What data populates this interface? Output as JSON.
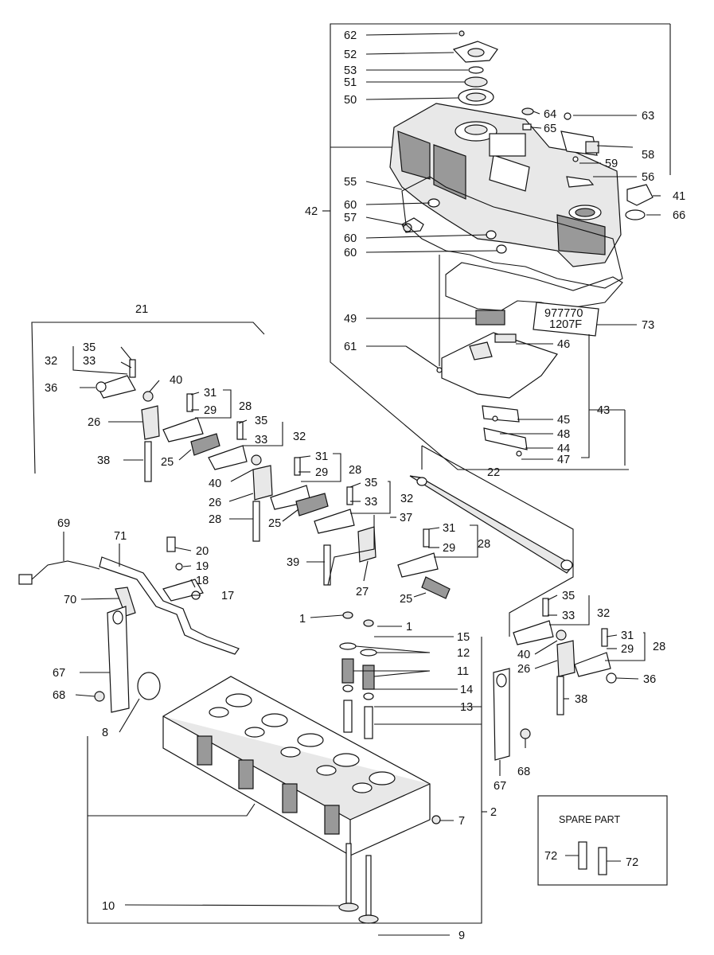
{
  "diagram": {
    "spare_part_title": "SPARE PART",
    "labels": {
      "l1a": "1",
      "l1b": "1",
      "l2": "2",
      "l7": "7",
      "l8": "8",
      "l9": "9",
      "l10": "10",
      "l11": "11",
      "l12": "12",
      "l13": "13",
      "l14": "14",
      "l15": "15",
      "l17": "17",
      "l18": "18",
      "l19": "19",
      "l20": "20",
      "l21": "21",
      "l22": "22",
      "l25a": "25",
      "l25b": "25",
      "l25c": "25",
      "l26a": "26",
      "l26b": "26",
      "l26c": "26",
      "l27": "27",
      "l28a": "28",
      "l28b": "28",
      "l28c": "28",
      "l28d": "28",
      "l28e": "28",
      "l29a": "29",
      "l29b": "29",
      "l29c": "29",
      "l29d": "29",
      "l31a": "31",
      "l31b": "31",
      "l31c": "31",
      "l31d": "31",
      "l32a": "32",
      "l32b": "32",
      "l32c": "32",
      "l32d": "32",
      "l33a": "33",
      "l33b": "33",
      "l33c": "33",
      "l33d": "33",
      "l35a": "35",
      "l35b": "35",
      "l35c": "35",
      "l35d": "35",
      "l36a": "36",
      "l36b": "36",
      "l37": "37",
      "l38a": "38",
      "l38b": "38",
      "l39": "39",
      "l40a": "40",
      "l40b": "40",
      "l40c": "40",
      "l41": "41",
      "l42": "42",
      "l43": "43",
      "l44": "44",
      "l45": "45",
      "l46": "46",
      "l47": "47",
      "l48": "48",
      "l49": "49",
      "l50": "50",
      "l51": "51",
      "l52": "52",
      "l53": "53",
      "l55": "55",
      "l56": "56",
      "l57": "57",
      "l58": "58",
      "l59": "59",
      "l60a": "60",
      "l60b": "60",
      "l60c": "60",
      "l61": "61",
      "l62": "62",
      "l63": "63",
      "l64": "64",
      "l65": "65",
      "l66": "66",
      "l67a": "67",
      "l67b": "67",
      "l68a": "68",
      "l68b": "68",
      "l69": "69",
      "l70": "70",
      "l71": "71",
      "l72a": "72",
      "l72b": "72",
      "l73": "73"
    },
    "tag_text_line1": "977770",
    "tag_text_line2": "1207F"
  }
}
